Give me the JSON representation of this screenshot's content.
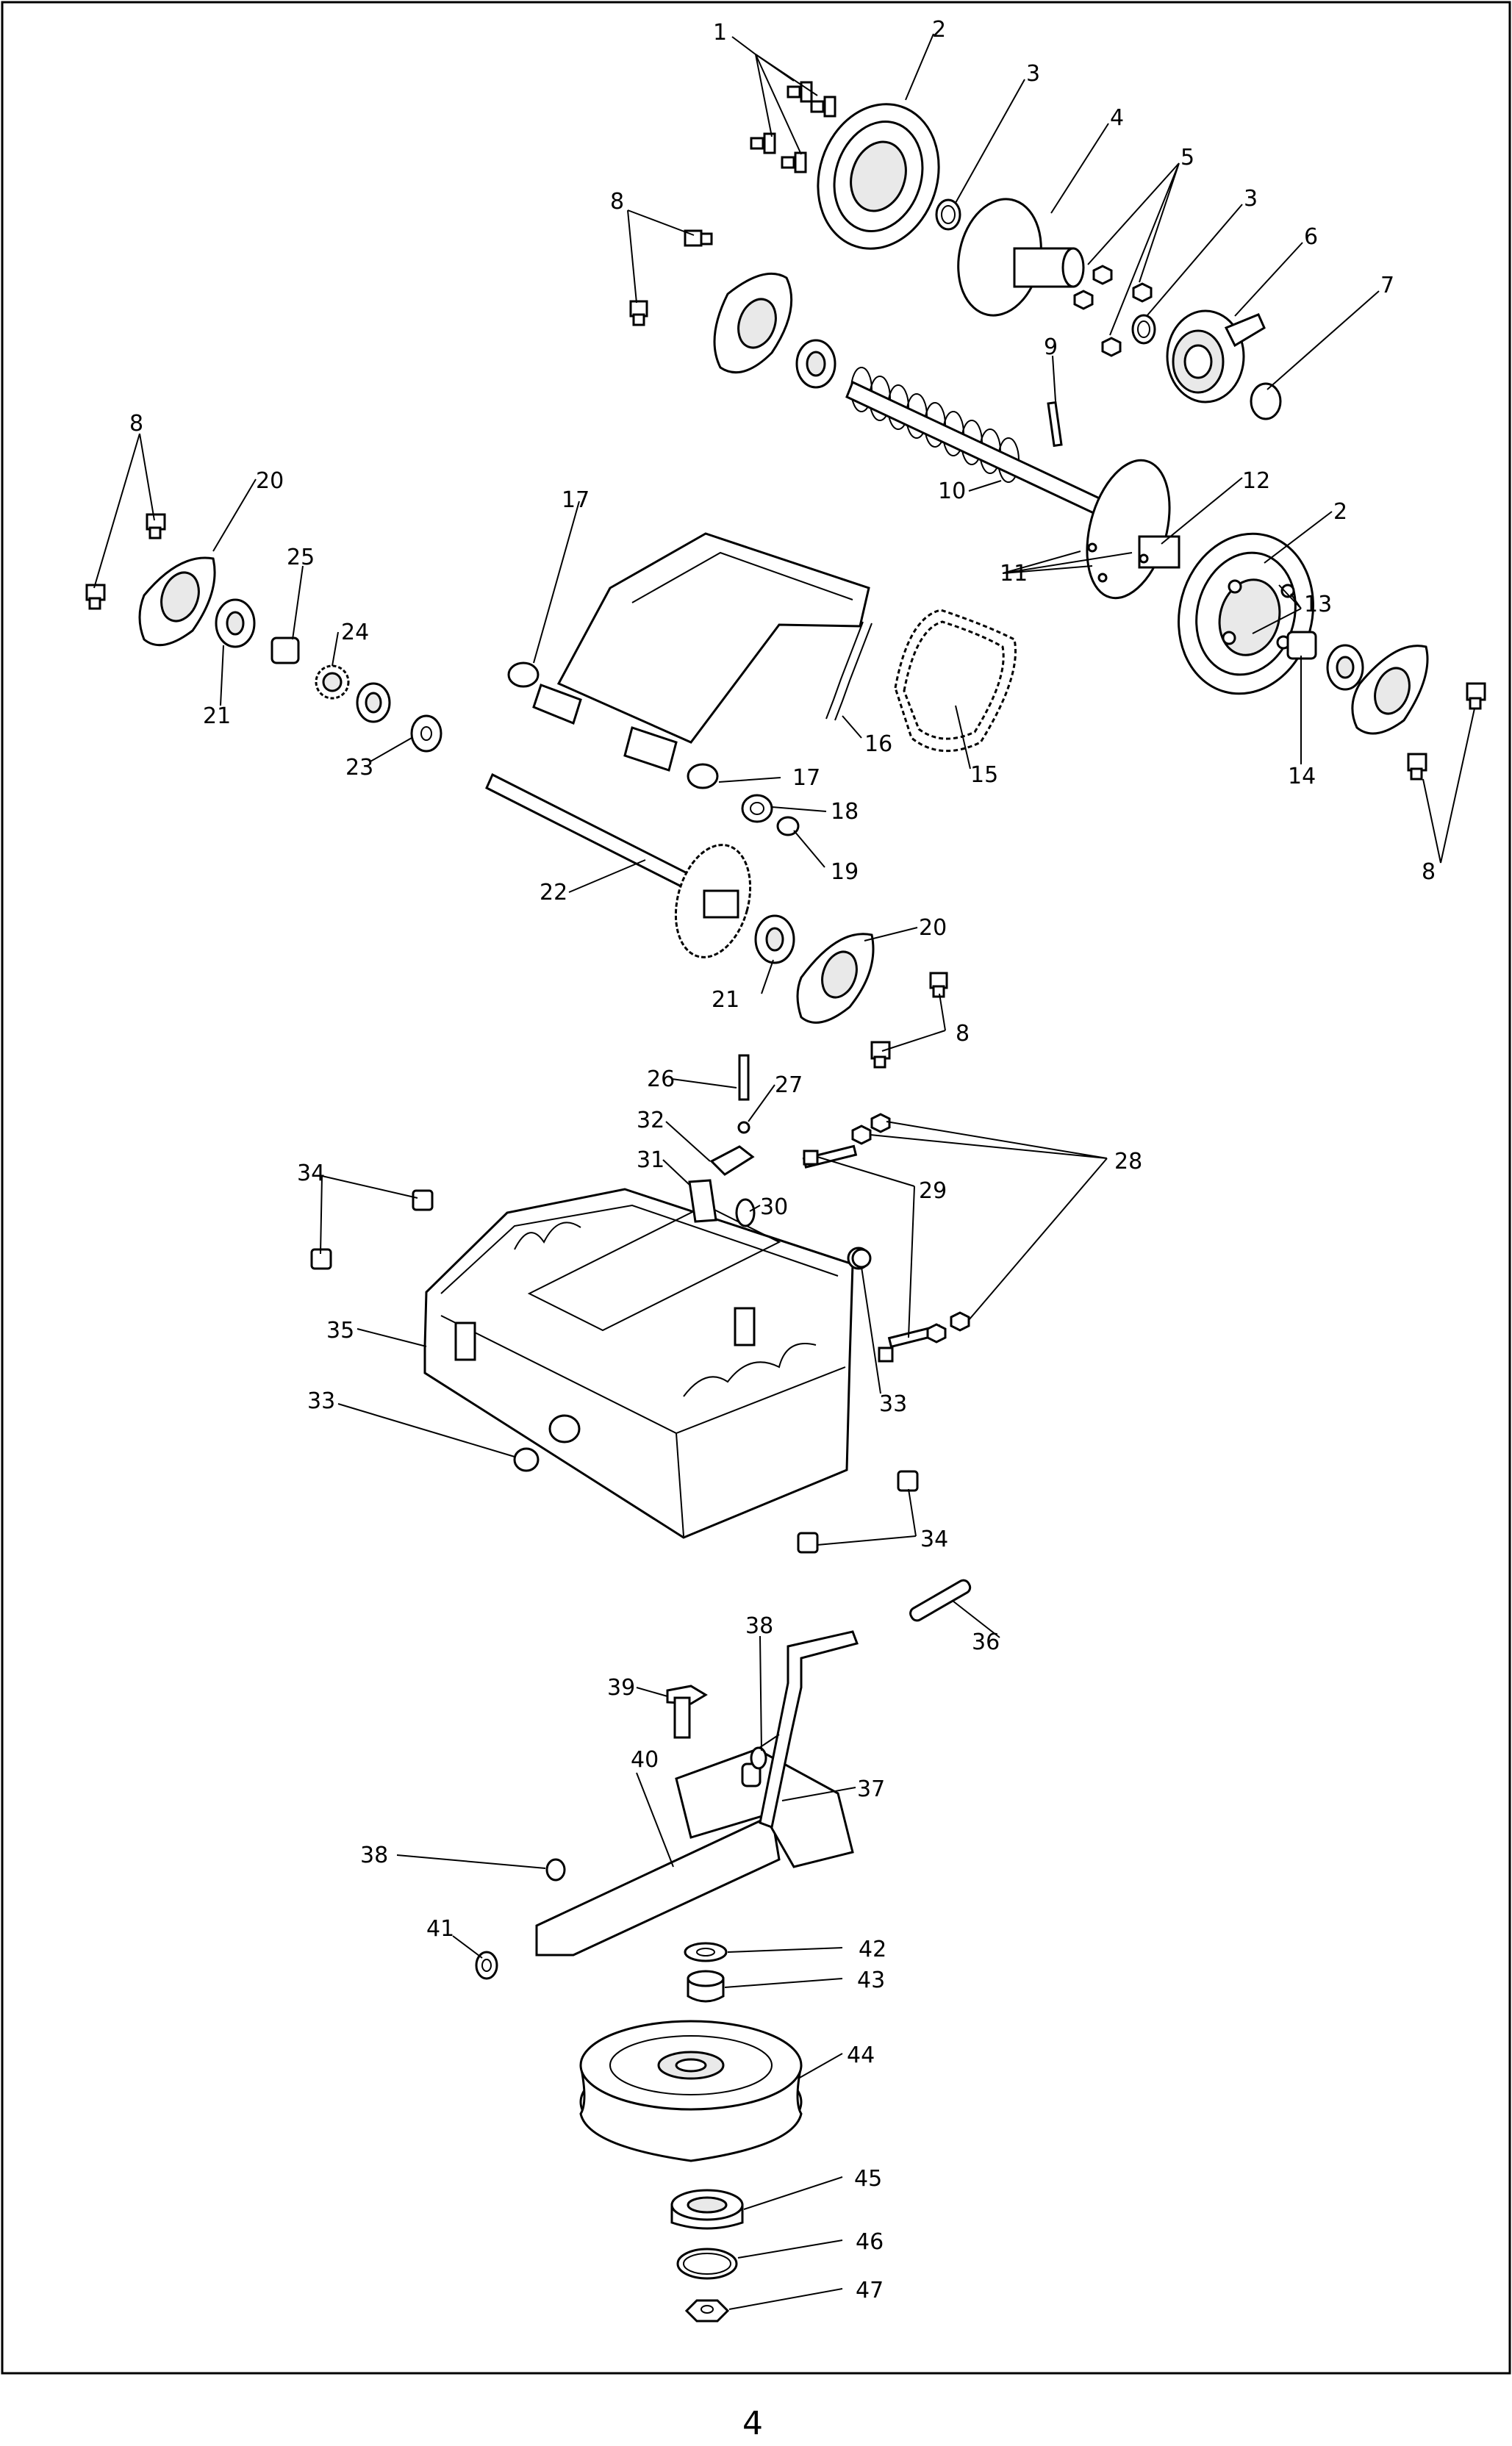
{
  "page": {
    "page_number": "4"
  },
  "callouts": {
    "c1": "1",
    "c2a": "2",
    "c2b": "2",
    "c3a": "3",
    "c3b": "3",
    "c4": "4",
    "c5": "5",
    "c6": "6",
    "c7": "7",
    "c8a": "8",
    "c8b": "8",
    "c8c": "8",
    "c8d": "8",
    "c9": "9",
    "c10": "10",
    "c11": "11",
    "c12": "12",
    "c13": "13",
    "c14": "14",
    "c15": "15",
    "c16": "16",
    "c17a": "17",
    "c17b": "17",
    "c18": "18",
    "c19": "19",
    "c20a": "20",
    "c20b": "20",
    "c21a": "21",
    "c21b": "21",
    "c22": "22",
    "c23": "23",
    "c24": "24",
    "c25": "25",
    "c26": "26",
    "c27": "27",
    "c28": "28",
    "c29": "29",
    "c30": "30",
    "c31": "31",
    "c32": "32",
    "c33a": "33",
    "c33b": "33",
    "c34a": "34",
    "c34b": "34",
    "c35": "35",
    "c36": "36",
    "c37": "37",
    "c38a": "38",
    "c38b": "38",
    "c39": "39",
    "c40": "40",
    "c41": "41",
    "c42": "42",
    "c43": "43",
    "c44": "44",
    "c45": "45",
    "c46": "46",
    "c47": "47"
  }
}
